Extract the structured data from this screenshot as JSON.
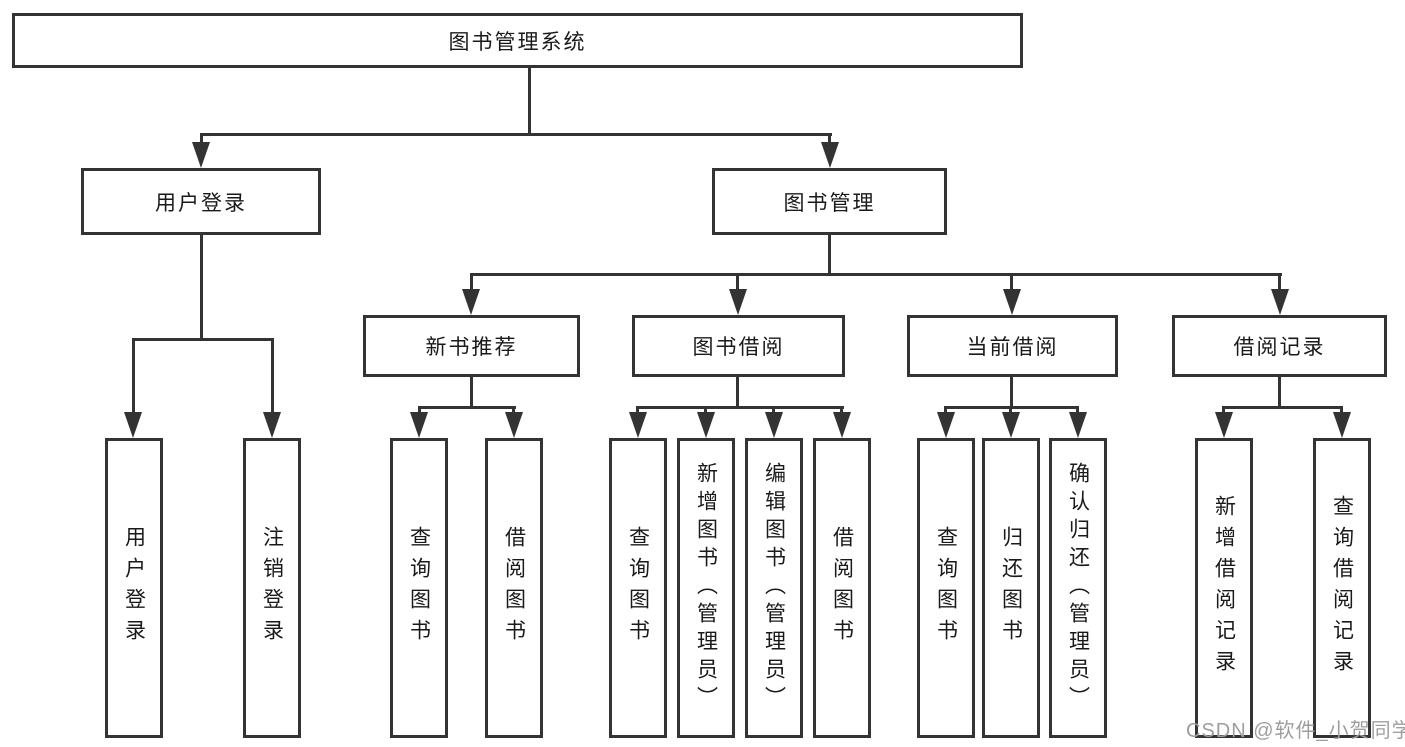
{
  "diagram": {
    "root": {
      "label": "图书管理系统"
    },
    "children": [
      {
        "label": "用户登录",
        "children": [
          {
            "label": "用户登录"
          },
          {
            "label": "注销登录"
          }
        ]
      },
      {
        "label": "图书管理",
        "children": [
          {
            "label": "新书推荐",
            "children": [
              {
                "label": "查询图书"
              },
              {
                "label": "借阅图书"
              }
            ]
          },
          {
            "label": "图书借阅",
            "children": [
              {
                "label": "查询图书"
              },
              {
                "label": "新增图书（管理员）"
              },
              {
                "label": "编辑图书（管理员）"
              },
              {
                "label": "借阅图书"
              }
            ]
          },
          {
            "label": "当前借阅",
            "children": [
              {
                "label": "查询图书"
              },
              {
                "label": "归还图书"
              },
              {
                "label": "确认归还（管理员）"
              }
            ]
          },
          {
            "label": "借阅记录",
            "children": [
              {
                "label": "新增借阅记录"
              },
              {
                "label": "查询借阅记录"
              }
            ]
          }
        ]
      }
    ]
  },
  "watermark": {
    "text": "CSDN @软件_小贺同学"
  },
  "colors": {
    "line": "#333333",
    "text": "#1a1a1a",
    "watermark": "#9e9e9e",
    "background": "#ffffff"
  }
}
